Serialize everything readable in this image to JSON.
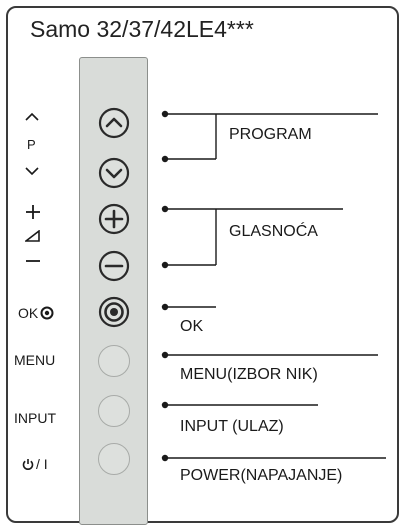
{
  "title": "Samo 32/37/42LE4***",
  "side_labels": {
    "p_label": "P",
    "ok_label": "OK",
    "menu_label": "MENU",
    "input_label": "INPUT",
    "power_label": "/ I"
  },
  "callouts": {
    "program": "PROGRAM",
    "volume": "GLASNOĆA",
    "ok": "OK",
    "menu": "MENU(IZBOR NIK)",
    "input": "INPUT (ULAZ)",
    "power": "POWER(NAPAJANJE)"
  },
  "buttons": [
    "chevron-up-icon",
    "chevron-down-icon",
    "plus-icon",
    "minus-icon",
    "ok-target-icon",
    "blank-button",
    "blank-button",
    "blank-button"
  ],
  "colors": {
    "panel": "#d9dcd9",
    "line": "#1a1a1a"
  }
}
